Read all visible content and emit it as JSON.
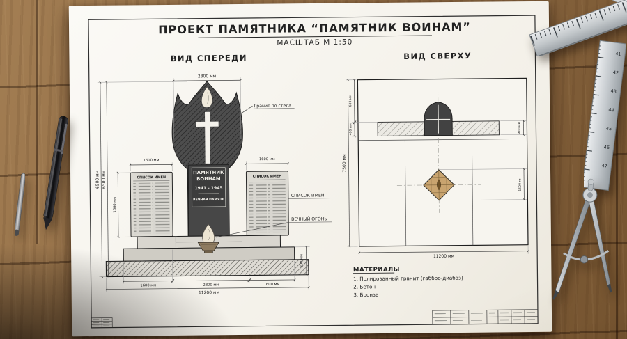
{
  "drawing": {
    "title": "ПРОЕКТ ПАМЯТНИКА “ПАМЯТНИК ВОИНАМ”",
    "scale": "МАСШТАБ М 1:50"
  },
  "front": {
    "label": "ВИД СПЕРЕДИ",
    "plaque": {
      "l1": "ПАМЯТНИК",
      "l2": "ВОИНАМ",
      "years": "1941 - 1945",
      "l4": "ВЕЧНАЯ ПАМЯТЬ"
    },
    "panel_header": "СПИСОК ИМЕН",
    "callouts": {
      "granite": "Гранит по стела",
      "names": "СПИСОК ИМЕН",
      "flame": "ВЕЧНЫЙ ОГОНЬ"
    },
    "dims": {
      "top": "2800 мм",
      "h1": "6500 мм",
      "h2": "6500 мм",
      "panel_h": "1600 мм",
      "panel_w_left": "1600 мм",
      "panel_w_right": "1600 мм",
      "base_h": "800 мм",
      "b1": "1600 мм",
      "b2": "2800 мм",
      "b3": "1600 мм",
      "total": "11200 мм"
    }
  },
  "top": {
    "label": "ВИД СВЕРХУ",
    "dims": {
      "height": "7500 мм",
      "d600": "600 мм",
      "d400_left": "400 мм",
      "d400_right": "400 мм",
      "d1500": "1500 мм",
      "total": "11200 мм"
    }
  },
  "materials": {
    "header": "МАТЕРИАЛЫ",
    "items": [
      "1. Полированный гранит (габбро-диабаз)",
      "2. Бетон",
      "3. Бронза"
    ]
  },
  "ruler": {
    "numbers": [
      "41",
      "42",
      "43",
      "44",
      "45",
      "46",
      "47"
    ]
  }
}
